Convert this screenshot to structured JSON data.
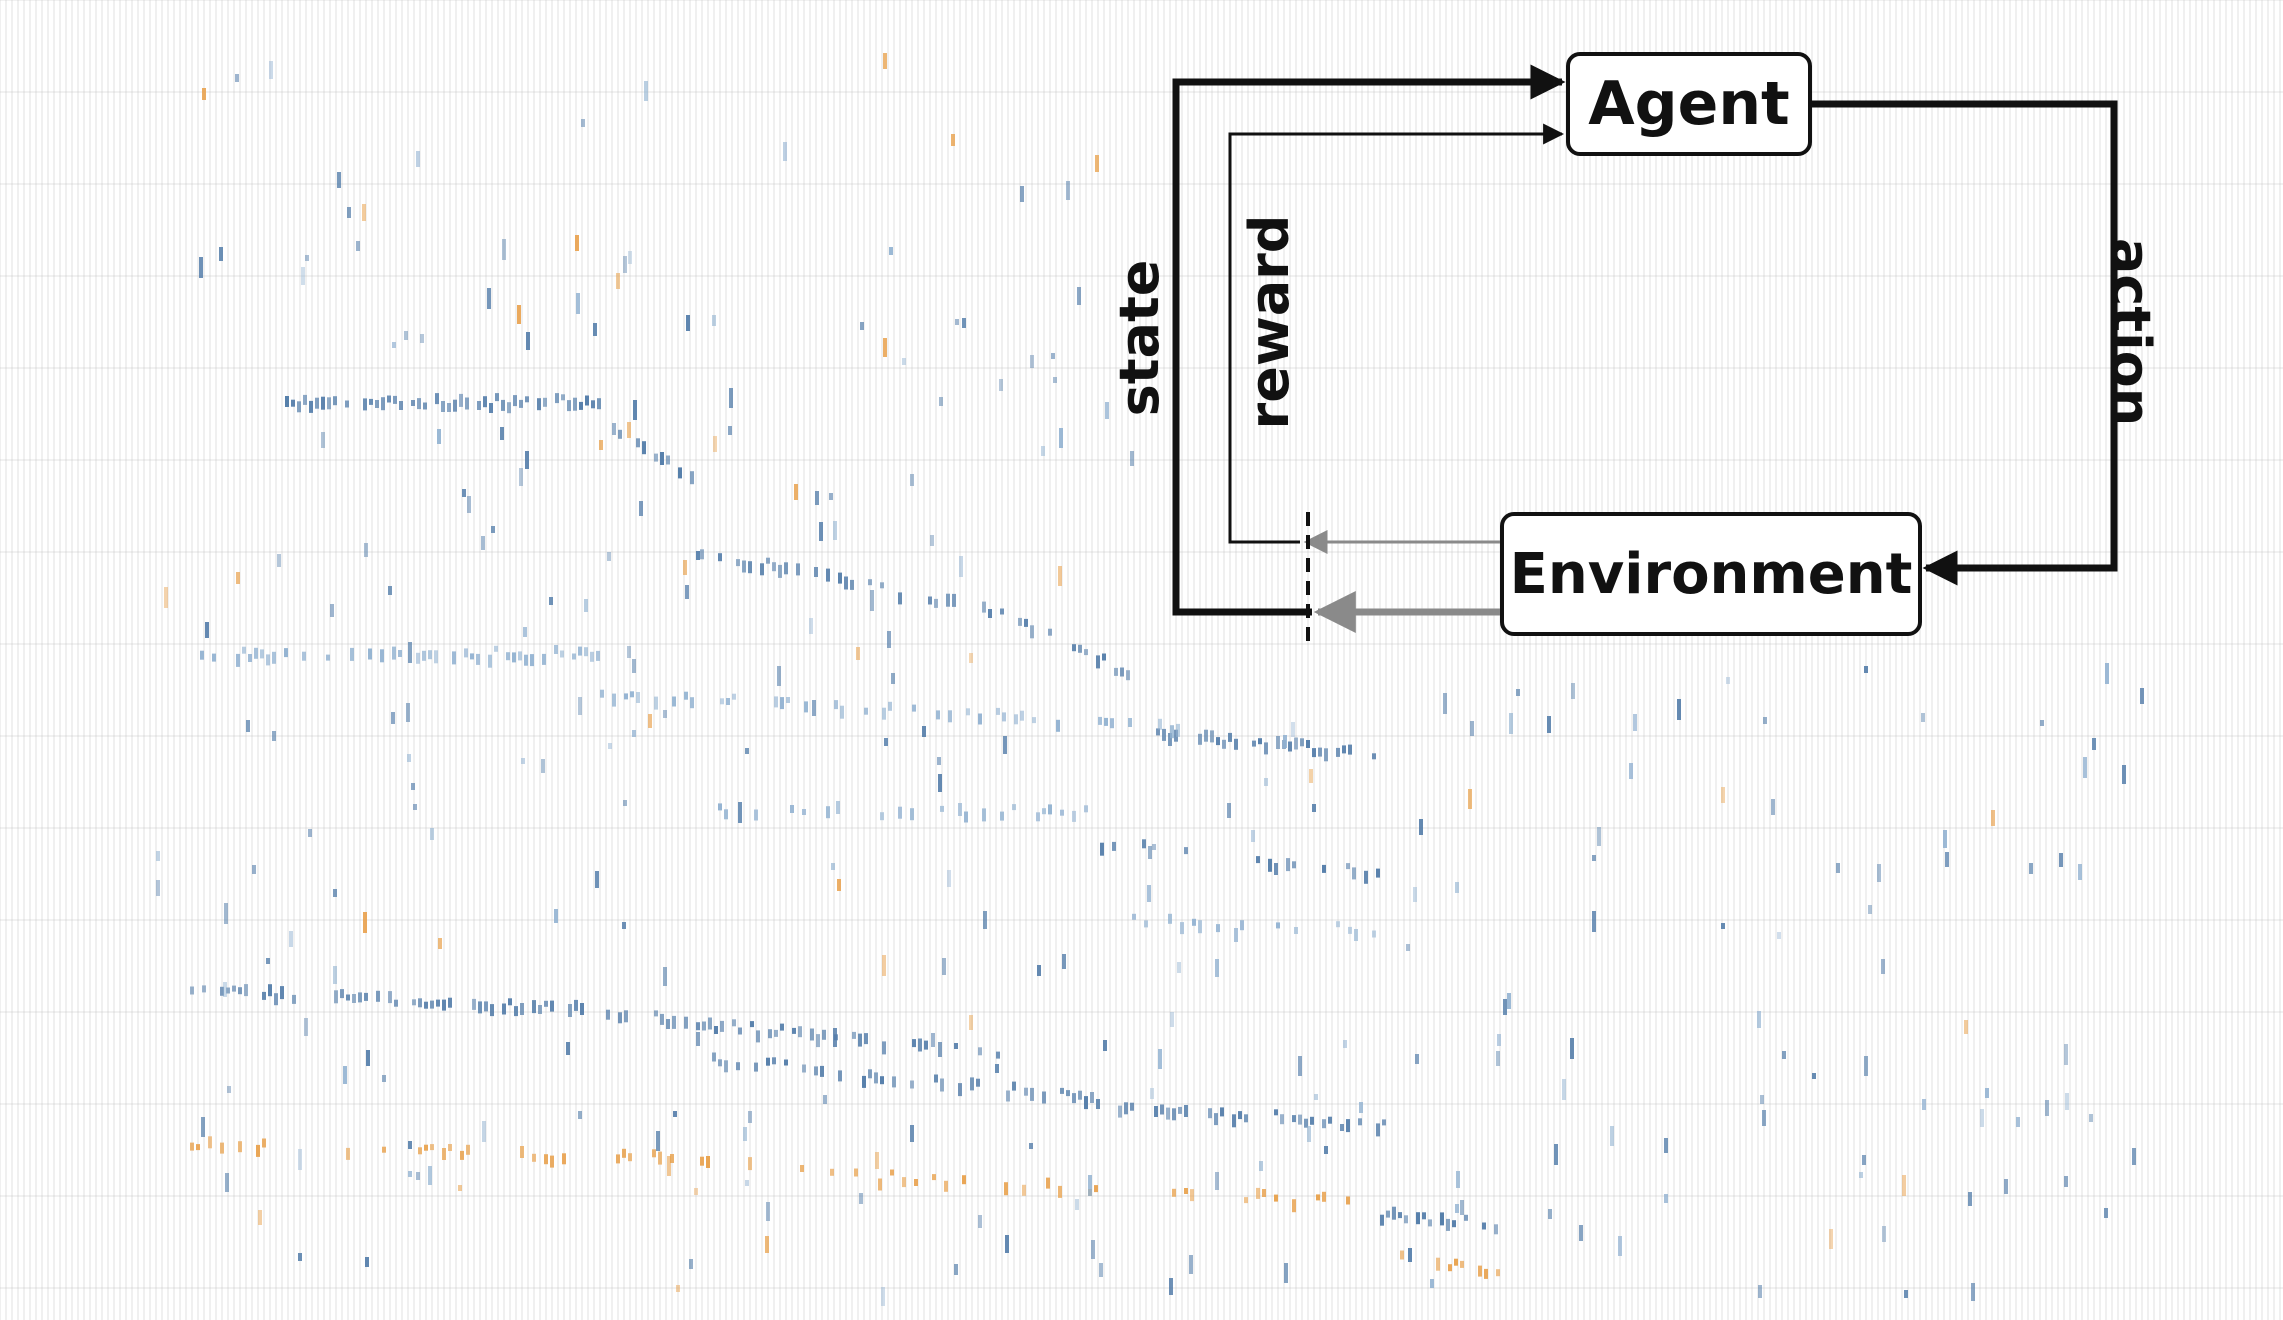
{
  "diagram": {
    "nodes": {
      "agent": "Agent",
      "environment": "Environment"
    },
    "edges": {
      "state": "state",
      "reward": "reward",
      "action": "action"
    }
  },
  "colors": {
    "line": "#111111",
    "feedback_arrow": "#8a8a8a",
    "grid": "#c8c8c8",
    "marker_blue": "#4e79a7",
    "marker_light_blue": "#8fb0d0",
    "marker_orange": "#e8a04a"
  }
}
